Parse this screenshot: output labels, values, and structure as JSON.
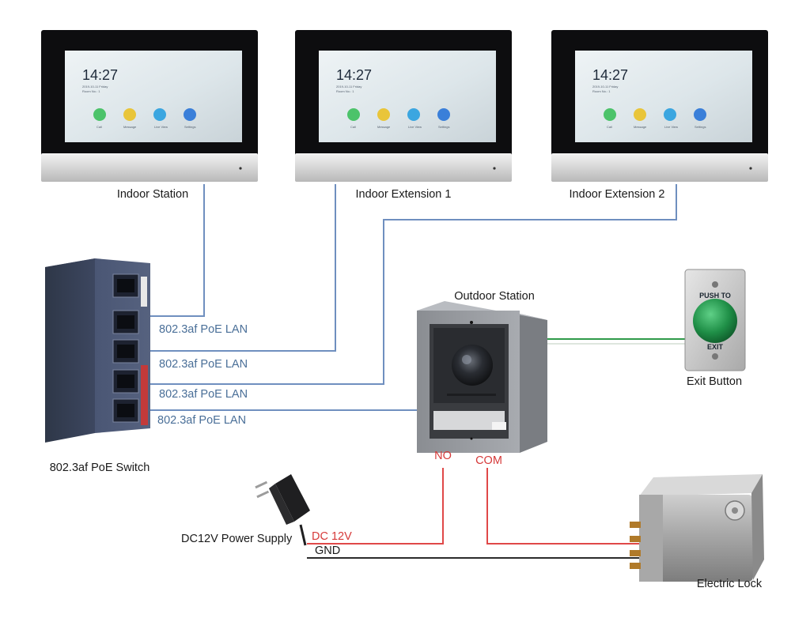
{
  "devices": {
    "indoor_station": {
      "label": "Indoor Station",
      "time": "14:27",
      "date": "2019-10-11 Friday",
      "room": "Room No.: 1"
    },
    "indoor_extension_1": {
      "label": "Indoor Extension 1",
      "time": "14:27",
      "date": "2019-10-11 Friday",
      "room": "Room No.: 1"
    },
    "indoor_extension_2": {
      "label": "Indoor Extension 2",
      "time": "14:27",
      "date": "2019-10-11 Friday",
      "room": "Room No.: 1"
    },
    "poe_switch": {
      "label": "802.3af PoE Switch"
    },
    "outdoor_station": {
      "label": "Outdoor Station"
    },
    "exit_button": {
      "label": "Exit Button",
      "top_text": "PUSH TO",
      "bottom_text": "EXIT"
    },
    "power_supply": {
      "label": "DC12V Power Supply"
    },
    "electric_lock": {
      "label": "Electric Lock"
    }
  },
  "screen_apps": [
    "Call",
    "Message",
    "Live View",
    "Settings"
  ],
  "connections": {
    "lan_1": "802.3af PoE LAN",
    "lan_2": "802.3af PoE LAN",
    "lan_3": "802.3af PoE LAN",
    "lan_4": "802.3af PoE LAN",
    "no": "NO",
    "com": "COM",
    "dc12v": "DC 12V",
    "gnd": "GND"
  },
  "colors": {
    "lan_wire": "#6f8fbf",
    "power_wire": "#e04848",
    "ground_wire": "#2b2b2b",
    "exit_wire": "#2f9a4a",
    "lan_text": "#4a6f98",
    "wire_label_red": "#d63a3a"
  }
}
